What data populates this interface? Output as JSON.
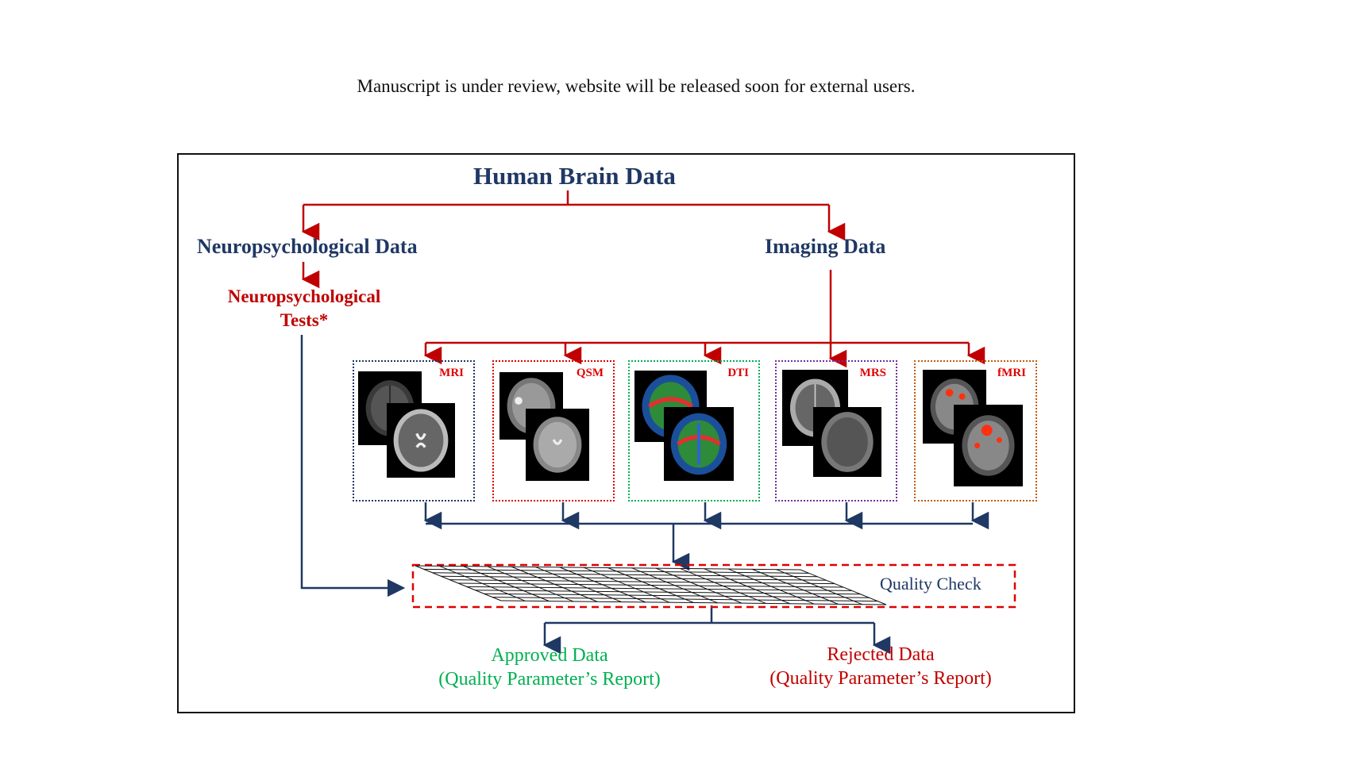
{
  "notice": "Manuscript is under review, website will be released soon for external users.",
  "diagram": {
    "title": "Human Brain Data",
    "neuro_data": "Neuropsychological Data",
    "imaging_data": "Imaging Data",
    "neuro_tests_line1": "Neuropsychological",
    "neuro_tests_line2": "Tests*",
    "modalities": [
      {
        "label": "MRI",
        "border_color": "#1f3864"
      },
      {
        "label": "QSM",
        "border_color": "#e00000"
      },
      {
        "label": "DTI",
        "border_color": "#00b050"
      },
      {
        "label": "MRS",
        "border_color": "#7030a0"
      },
      {
        "label": "fMRI",
        "border_color": "#c55a11"
      }
    ],
    "quality_check": "Quality Check",
    "approved_line1": "Approved Data",
    "approved_line2": "(Quality Parameter’s Report)",
    "rejected_line1": "Rejected Data",
    "rejected_line2": "(Quality Parameter’s Report)"
  },
  "colors": {
    "navy": "#1f3864",
    "red": "#c00000",
    "green": "#00b050",
    "arrow_red": "#c00000",
    "arrow_navy": "#1f3864"
  }
}
